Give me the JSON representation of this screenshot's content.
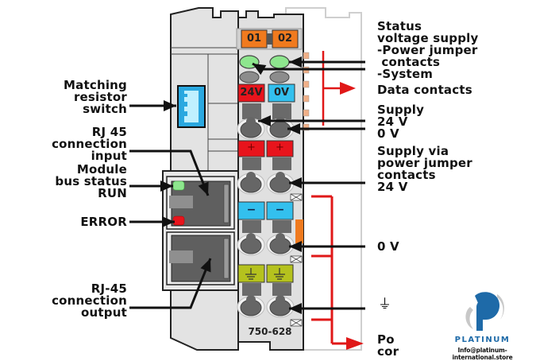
{
  "module": {
    "model": "750-628",
    "pin_labels": [
      "01",
      "02"
    ],
    "supply_labels": [
      "24V",
      "0V"
    ],
    "plus_symbol": "+",
    "minus_symbol": "−",
    "ground_symbol": "⏚"
  },
  "left_labels": [
    {
      "id": "matching-resistor-switch",
      "text": "Matching\nresistor\nswitch"
    },
    {
      "id": "rj45-input",
      "text": "RJ 45\nconnection\ninput"
    },
    {
      "id": "module-bus-status-run",
      "text": "Module\nbus status\nRUN"
    },
    {
      "id": "error",
      "text": "ERROR"
    },
    {
      "id": "rj45-output",
      "text": "RJ-45\nconnection\noutput"
    }
  ],
  "right_labels": [
    {
      "id": "status-voltage-supply",
      "text": "Status\nvoltage supply\n-Power jumper\n contacts\n-System"
    },
    {
      "id": "data-contacts",
      "text": "Data contacts"
    },
    {
      "id": "supply-24v-0v",
      "text": "Supply\n24 V\n0 V"
    },
    {
      "id": "supply-via-power-jumper",
      "text": "Supply via\npower jumper\ncontacts\n24 V"
    },
    {
      "id": "zero-v",
      "text": "0 V"
    },
    {
      "id": "ground",
      "text": "⏚"
    },
    {
      "id": "power-jumper-contacts-cut",
      "text": "Po\ncor"
    }
  ],
  "colors": {
    "orange": "#f07a1e",
    "green_led": "#8ee68e",
    "red": "#e8141c",
    "blue": "#33c0ee",
    "olive": "#b5c21e",
    "dark_grey": "#6a6a6a",
    "module_grey": "#e3e3e3",
    "arrow_red": "#e01818",
    "brand_blue": "#1e6aa8"
  },
  "brand": {
    "name": "PLATINUM",
    "email": "Info@platinum-international.store"
  }
}
